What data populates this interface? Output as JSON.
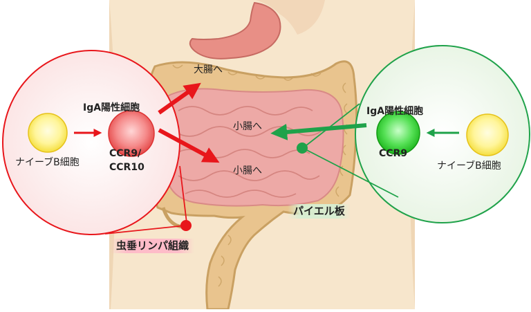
{
  "labels": {
    "to_large_intestine": "大腸へ",
    "to_small_intestine_upper": "小腸へ",
    "to_small_intestine_lower": "小腸へ",
    "left_iga_cell": "IgA陽性細胞",
    "left_receptor_line1": "CCR9/",
    "left_receptor_line2": "CCR10",
    "left_naive_b": "ナイーブB細胞",
    "appendix_lymph": "虫垂リンパ組織",
    "right_iga_cell": "IgA陽性細胞",
    "right_receptor": "CCR9",
    "right_naive_b": "ナイーブB細胞",
    "peyers_patch": "パイエル板"
  },
  "colors": {
    "red": "#e8161b",
    "green": "#1fa24a",
    "body_skin": "#f7e6cc",
    "colon": "#e9c48e",
    "small_intestine": "#eda9a6",
    "stomach": "#e88f86"
  }
}
